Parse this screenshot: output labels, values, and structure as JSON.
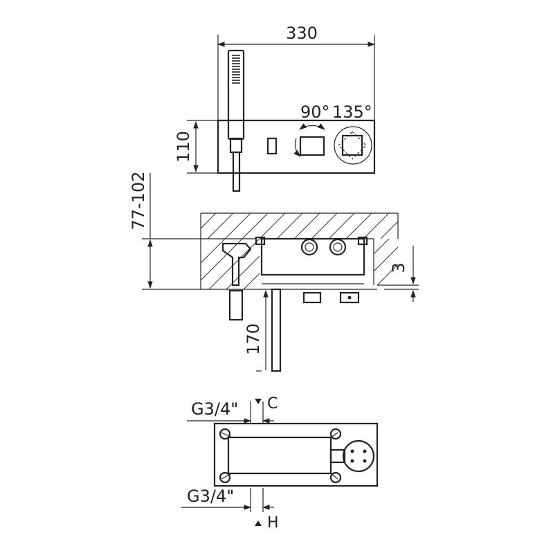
{
  "dimensions": {
    "width_total": "330",
    "height_plate": "110",
    "angle_left": "90°",
    "angle_right": "135°",
    "depth_range": "77-102",
    "offset": "3",
    "hose_drop": "170"
  },
  "connections": {
    "cold_thread": "G3/4\"",
    "cold_label": "C",
    "hot_thread": "G3/4\"",
    "hot_label": "H"
  }
}
